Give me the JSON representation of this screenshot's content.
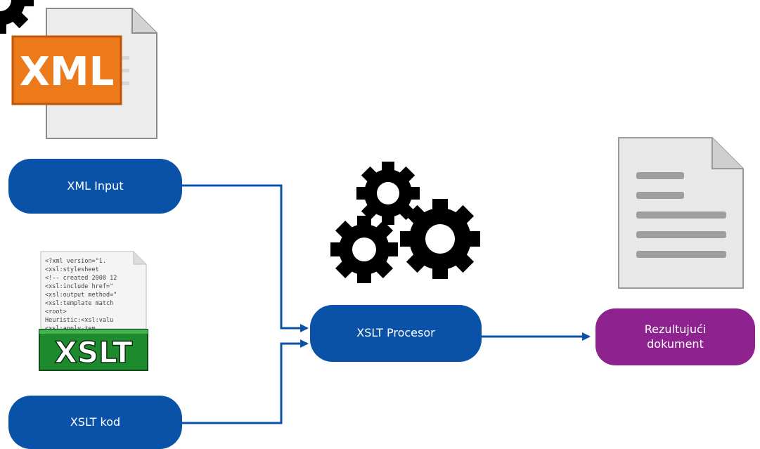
{
  "nodes": {
    "xml_input": "XML Input",
    "xslt_code": "XSLT kod",
    "processor": "XSLT Procesor",
    "result": "Rezultujući\ndokument"
  },
  "icons": {
    "xml_badge": "XML",
    "xslt_badge": "XSLT",
    "xslt_code_lines": [
      "<?xml version=\"1.",
      "<xsl:stylesheet",
      "<!-- created 2008 12",
      "  <xsl:include href=\"",
      "  <xsl:output method=\"",
      "  <xsl:template match",
      "  <root>",
      "  Heuristic:<xsl:valu",
      "  <xsl:apply-tem"
    ]
  },
  "colors": {
    "pill_blue": "#0a52a8",
    "pill_purple": "#8e228f",
    "connector": "#0a52a8",
    "xml_orange": "#ec7a1a",
    "xslt_green": "#1e8a2e"
  }
}
